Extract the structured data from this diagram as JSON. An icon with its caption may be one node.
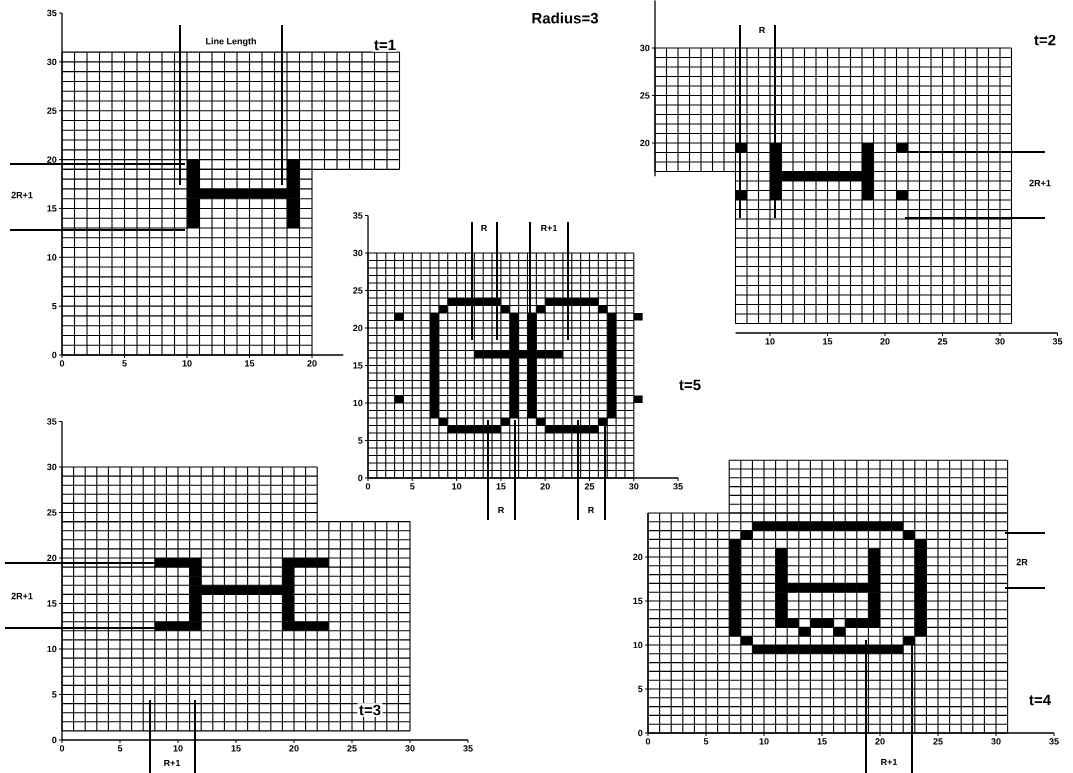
{
  "diagram": {
    "title": "Radius=3",
    "labels": [
      "Line Length",
      "t=1",
      "2R+1",
      "35",
      "30",
      "25",
      "20",
      "15",
      "10",
      "5",
      "0",
      "0",
      "5",
      "10",
      "15",
      "20",
      "R",
      "t=2",
      "2R+1",
      "30",
      "25",
      "20",
      "10",
      "15",
      "20",
      "25",
      "30",
      "35",
      "R",
      "R+1",
      "t=5",
      "R",
      "R",
      "35",
      "30",
      "25",
      "20",
      "15",
      "10",
      "5",
      "0",
      "0",
      "5",
      "10",
      "15",
      "20",
      "25",
      "30",
      "35",
      "2R+1",
      "t=3",
      "R+1",
      "35",
      "30",
      "25",
      "20",
      "15",
      "10",
      "5",
      "0",
      "0",
      "5",
      "10",
      "15",
      "20",
      "25",
      "30",
      "35",
      "2R",
      "t=4",
      "R+1",
      "20",
      "15",
      "10",
      "5",
      "0",
      "0",
      "5",
      "10",
      "15",
      "20",
      "25",
      "30",
      "35"
    ]
  }
}
